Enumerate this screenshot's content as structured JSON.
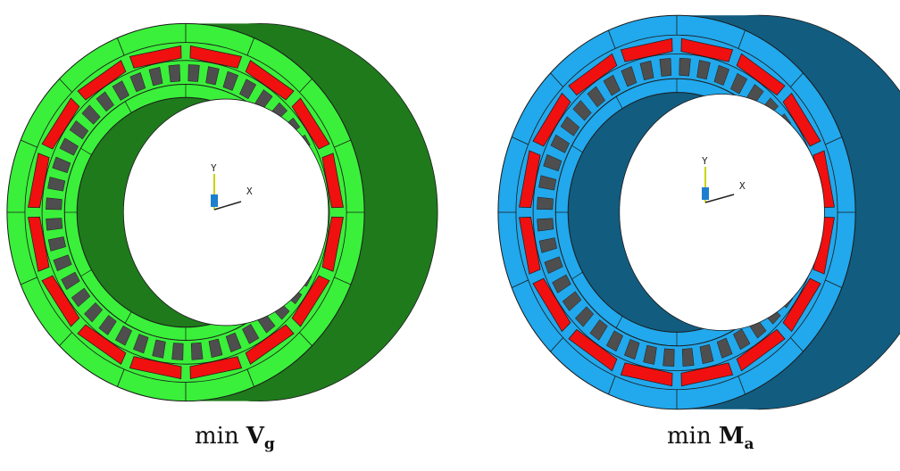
{
  "figures": [
    {
      "caption_fn": "min",
      "caption_symbol": "V",
      "caption_sub": "g",
      "colors": {
        "outer": "#3af03a",
        "outer_dark": "#1f7a1c",
        "magnet": "#f01010",
        "tooth": "#4e4e4e",
        "edge": "#1a1a1a"
      },
      "axes": {
        "y_label": "Y",
        "x_label": "X"
      }
    },
    {
      "caption_fn": "min",
      "caption_symbol": "M",
      "caption_sub": "a",
      "colors": {
        "outer": "#22a8ec",
        "outer_dark": "#125c80",
        "magnet": "#f01010",
        "tooth": "#4e4e4e",
        "edge": "#1a1a1a"
      },
      "axes": {
        "y_label": "Y",
        "x_label": "X"
      }
    }
  ]
}
